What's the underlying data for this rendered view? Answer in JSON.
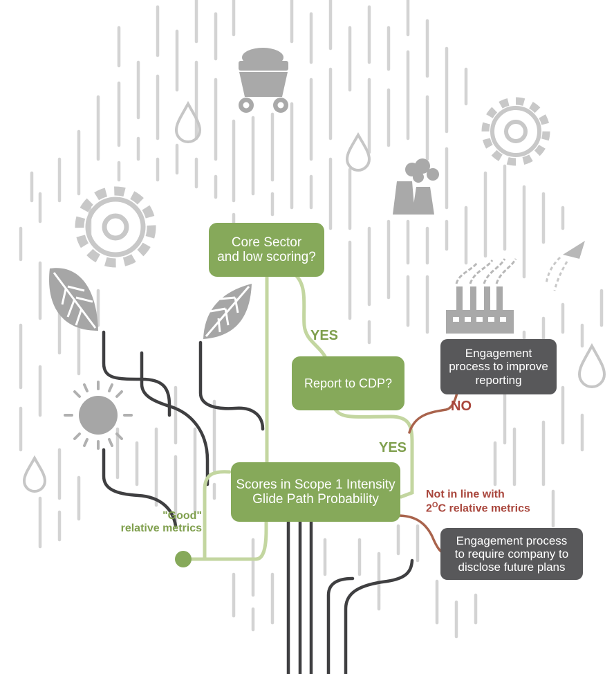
{
  "nodes": {
    "core_sector": {
      "line1": "Core Sector",
      "line2": "and low scoring?"
    },
    "report_cdp": {
      "text": "Report to CDP?"
    },
    "scores": {
      "line1": "Scores in Scope 1 Intensity",
      "line2": "Glide Path Probability"
    },
    "engagement_reporting": {
      "line1": "Engagement",
      "line2": "process to improve",
      "line3": "reporting"
    },
    "engagement_plans": {
      "line1": "Engagement process",
      "line2": "to require company to",
      "line3": "disclose future plans"
    }
  },
  "edge_labels": {
    "yes_core": "YES",
    "no_cdp": "NO",
    "yes_cdp": "YES",
    "good_line1": "\"Good\"",
    "good_line2": "relative metrics",
    "notinline_line1": "Not in line with",
    "notinline_line2_num": "2",
    "notinline_line2_deg": "O",
    "notinline_line2_rest": "C relative metrics"
  },
  "colors": {
    "green_box": "#86a95a",
    "dark_box": "#58585a",
    "green_line": "#c3d6a0",
    "red_line": "#a9634c",
    "dark_line": "#3f3f41",
    "rain": "#d3d3d3",
    "icon_gray": "#b0b0b0"
  },
  "icons": [
    "coal-cart-icon",
    "gear-icon",
    "water-drop-icon",
    "leaf-icon",
    "sun-icon",
    "power-plant-icon",
    "factory-icon",
    "rocket-icon"
  ]
}
